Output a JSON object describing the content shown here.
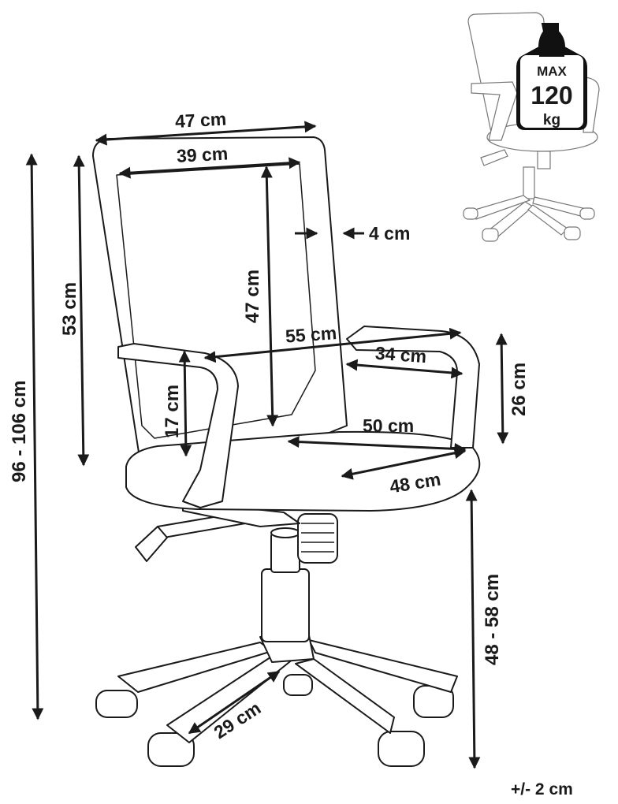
{
  "dimensions": {
    "overall_width": "47 cm",
    "backrest_inner_width": "39 cm",
    "backrest_thickness": "4 cm",
    "backrest_height": "47 cm",
    "back_height": "53 cm",
    "total_height": "96 - 106 cm",
    "armrest_span": "55 cm",
    "armrest_length": "34 cm",
    "armrest_height_from_seat": "17 cm",
    "armrest_height": "26 cm",
    "seat_width": "50 cm",
    "seat_depth": "48 cm",
    "seat_height": "48 - 58 cm",
    "base_leg_length": "29 cm"
  },
  "max_load": {
    "top": "MAX",
    "value": "120",
    "unit": "kg"
  },
  "tolerance": "+/- 2 cm"
}
